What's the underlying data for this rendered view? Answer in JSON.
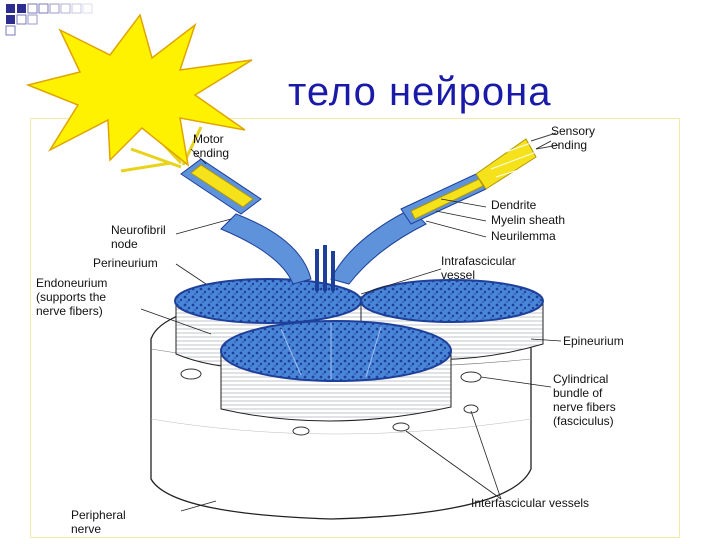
{
  "slide": {
    "title": "тело нейрона"
  },
  "diagram": {
    "labels": {
      "motor_ending": [
        "Motor",
        "ending"
      ],
      "sensory_ending": [
        "Sensory",
        "ending"
      ],
      "neurofibril_node": [
        "Neurofibril",
        "node"
      ],
      "dendrite": "Dendrite",
      "myelin_sheath": "Myelin sheath",
      "neurilemma": "Neurilemma",
      "perineurium": "Perineurium",
      "endoneurium": [
        "Endoneurium",
        "(supports the",
        "nerve fibers)"
      ],
      "intrafascicular_vessel": [
        "Intrafascicular",
        "vessel"
      ],
      "epineurium": "Epineurium",
      "fasciculus": [
        "Cylindrical",
        "bundle of",
        "nerve fibers",
        "(fasciculus)"
      ],
      "interfascicular_vessels": "Interfascicular vessels",
      "peripheral_nerve": [
        "Peripheral",
        "nerve"
      ]
    },
    "colors": {
      "title": "#1a1aa8",
      "star_fill": "#fff200",
      "star_stroke": "#e0a400",
      "fascicle_blue": "#4a86d8",
      "fascicle_dark": "#1e3f9a",
      "myelin_yellow": "#f6e21a",
      "sheath_blue": "#5e93dc",
      "deco_squares": "#3a3aa0"
    }
  }
}
